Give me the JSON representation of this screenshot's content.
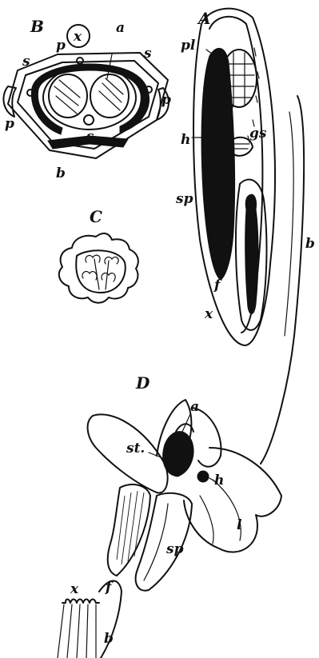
{
  "figure": {
    "panels": {
      "A": {
        "letter": "A",
        "labels": {
          "pl": "pl",
          "gs": "gs",
          "h": "h",
          "sp": "sp",
          "f": "f",
          "x": "x",
          "b": "b"
        }
      },
      "B": {
        "letter": "B",
        "labels": {
          "x": "x",
          "p_top": "p",
          "a": "a",
          "s_left": "s",
          "s_right": "s",
          "p_left": "p",
          "p_right": "p",
          "s_bottom": "s",
          "b": "b"
        }
      },
      "C": {
        "letter": "C"
      },
      "D": {
        "letter": "D",
        "labels": {
          "a": "a",
          "st": "st.",
          "h": "h",
          "x": "x",
          "f": "f",
          "sp": "sp",
          "l": "l",
          "b": "b"
        }
      }
    }
  }
}
